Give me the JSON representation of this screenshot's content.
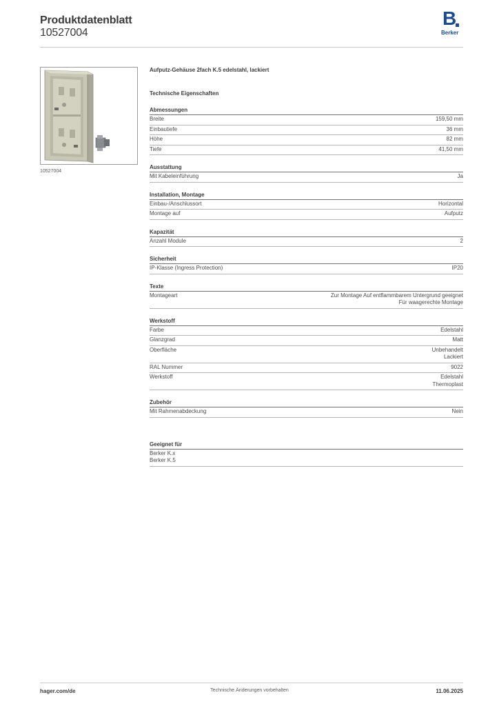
{
  "header": {
    "title": "Produktdatenblatt",
    "article_number": "10527004",
    "logo_letter": "B",
    "logo_word": "Berker",
    "logo_color": "#1d4b8f"
  },
  "image_caption": "10527004",
  "product_name": "Aufputz-Gehäuse 2fach K.5 edelstahl, lackiert",
  "technical_heading": "Technische Eigenschaften",
  "groups": [
    {
      "title": "Abmessungen",
      "rows": [
        {
          "label": "Breite",
          "values": [
            "159,50 mm"
          ]
        },
        {
          "label": "Einbautiefe",
          "values": [
            "36 mm"
          ]
        },
        {
          "label": "Höhe",
          "values": [
            "82 mm"
          ]
        },
        {
          "label": "Tiefe",
          "values": [
            "41,50 mm"
          ]
        }
      ]
    },
    {
      "title": "Ausstattung",
      "rows": [
        {
          "label": "Mit Kabeleinführung",
          "values": [
            "Ja"
          ]
        }
      ]
    },
    {
      "title": "Installation, Montage",
      "rows": [
        {
          "label": "Einbau-/Anschlussort",
          "values": [
            "Horizontal"
          ]
        },
        {
          "label": "Montage auf",
          "values": [
            "Aufputz"
          ]
        }
      ]
    },
    {
      "title": "Kapazität",
      "rows": [
        {
          "label": "Anzahl Module",
          "values": [
            "2"
          ]
        }
      ]
    },
    {
      "title": "Sicherheit",
      "rows": [
        {
          "label": "IP-Klasse (Ingress Protection)",
          "values": [
            "IP20"
          ]
        }
      ]
    },
    {
      "title": "Texte",
      "rows": [
        {
          "label": "Montageart",
          "values": [
            "Zur Montage Auf entflammbarem Untergrund geeignet",
            "Für waagerechte Montage"
          ]
        }
      ]
    },
    {
      "title": "Werkstoff",
      "rows": [
        {
          "label": "Farbe",
          "values": [
            "Edelstahl"
          ]
        },
        {
          "label": "Glanzgrad",
          "values": [
            "Matt"
          ]
        },
        {
          "label": "Oberfläche",
          "values": [
            "Unbehandelt",
            "Lackiert"
          ]
        },
        {
          "label": "RAL Nummer",
          "values": [
            "9022"
          ]
        },
        {
          "label": "Werkstoff",
          "values": [
            "Edelstahl",
            "Thermoplast"
          ]
        }
      ]
    },
    {
      "title": "Zubehör",
      "rows": [
        {
          "label": "Mit Rahmenabdeckung",
          "values": [
            "Nein"
          ]
        }
      ]
    }
  ],
  "suited_for": {
    "title": "Geeignet für",
    "items": [
      "Berker K.x",
      "Berker K.5"
    ]
  },
  "footer": {
    "website": "hager.com/de",
    "disclaimer": "Technische Änderungen vorbehalten",
    "date": "11.06.2025"
  }
}
